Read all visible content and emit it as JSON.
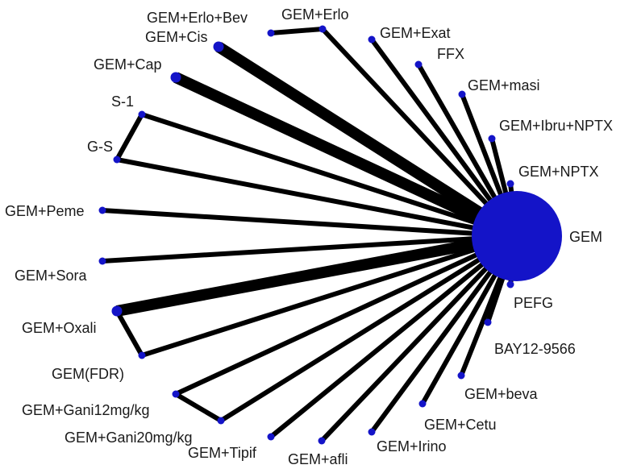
{
  "network": {
    "edge_color": "#000000",
    "node_color": "#1414c8",
    "center": {
      "label": "GEM"
    },
    "nodes": [
      {
        "id": "gem-erlo-bev",
        "label": "GEM+Erlo+Bev"
      },
      {
        "id": "gem-erlo",
        "label": "GEM+Erlo"
      },
      {
        "id": "gem-cis",
        "label": "GEM+Cis"
      },
      {
        "id": "gem-exat",
        "label": "GEM+Exat"
      },
      {
        "id": "ffx",
        "label": "FFX"
      },
      {
        "id": "gem-cap",
        "label": "GEM+Cap"
      },
      {
        "id": "gem-masi",
        "label": "GEM+masi"
      },
      {
        "id": "s-1",
        "label": "S-1"
      },
      {
        "id": "gem-ibru-nptx",
        "label": "GEM+Ibru+NPTX"
      },
      {
        "id": "g-s",
        "label": "G-S"
      },
      {
        "id": "gem-nptx",
        "label": "GEM+NPTX"
      },
      {
        "id": "gem-peme",
        "label": "GEM+Peme"
      },
      {
        "id": "gem-sora",
        "label": "GEM+Sora"
      },
      {
        "id": "pefg",
        "label": "PEFG"
      },
      {
        "id": "gem-oxali",
        "label": "GEM+Oxali"
      },
      {
        "id": "bay12-9566",
        "label": "BAY12-9566"
      },
      {
        "id": "gem-fdr",
        "label": "GEM(FDR)"
      },
      {
        "id": "gem-beva",
        "label": "GEM+beva"
      },
      {
        "id": "gem-gani12",
        "label": "GEM+Gani12mg/kg"
      },
      {
        "id": "gem-cetu",
        "label": "GEM+Cetu"
      },
      {
        "id": "gem-gani20",
        "label": "GEM+Gani20mg/kg"
      },
      {
        "id": "gem-irino",
        "label": "GEM+Irino"
      },
      {
        "id": "gem-tipif",
        "label": "GEM+Tipif"
      },
      {
        "id": "gem-afli",
        "label": "GEM+afli"
      }
    ],
    "edges": [
      {
        "from": "gem-cis",
        "to": "GEM",
        "weight": 5
      },
      {
        "from": "gem-cap",
        "to": "GEM",
        "weight": 5
      },
      {
        "from": "gem-oxali",
        "to": "GEM",
        "weight": 5
      },
      {
        "from": "gem-erlo",
        "to": "GEM",
        "weight": 1
      },
      {
        "from": "gem-exat",
        "to": "GEM",
        "weight": 1
      },
      {
        "from": "ffx",
        "to": "GEM",
        "weight": 1
      },
      {
        "from": "gem-masi",
        "to": "GEM",
        "weight": 1
      },
      {
        "from": "gem-ibru-nptx",
        "to": "GEM",
        "weight": 1
      },
      {
        "from": "gem-nptx",
        "to": "GEM",
        "weight": 1
      },
      {
        "from": "s-1",
        "to": "GEM",
        "weight": 1
      },
      {
        "from": "g-s",
        "to": "GEM",
        "weight": 1
      },
      {
        "from": "gem-peme",
        "to": "GEM",
        "weight": 1
      },
      {
        "from": "gem-sora",
        "to": "GEM",
        "weight": 1
      },
      {
        "from": "gem-fdr",
        "to": "GEM",
        "weight": 1
      },
      {
        "from": "gem-gani12",
        "to": "GEM",
        "weight": 1
      },
      {
        "from": "gem-gani20",
        "to": "GEM",
        "weight": 1
      },
      {
        "from": "gem-tipif",
        "to": "GEM",
        "weight": 1
      },
      {
        "from": "gem-afli",
        "to": "GEM",
        "weight": 1
      },
      {
        "from": "gem-irino",
        "to": "GEM",
        "weight": 1
      },
      {
        "from": "gem-cetu",
        "to": "GEM",
        "weight": 1
      },
      {
        "from": "gem-beva",
        "to": "GEM",
        "weight": 1
      },
      {
        "from": "bay12-9566",
        "to": "GEM",
        "weight": 1
      },
      {
        "from": "pefg",
        "to": "GEM",
        "weight": 1
      },
      {
        "from": "gem-erlo-bev",
        "to": "gem-erlo",
        "weight": 1
      },
      {
        "from": "s-1",
        "to": "g-s",
        "weight": 1
      },
      {
        "from": "gem-oxali",
        "to": "gem-fdr",
        "weight": 1
      },
      {
        "from": "gem-gani12",
        "to": "gem-gani20",
        "weight": 1
      }
    ]
  }
}
